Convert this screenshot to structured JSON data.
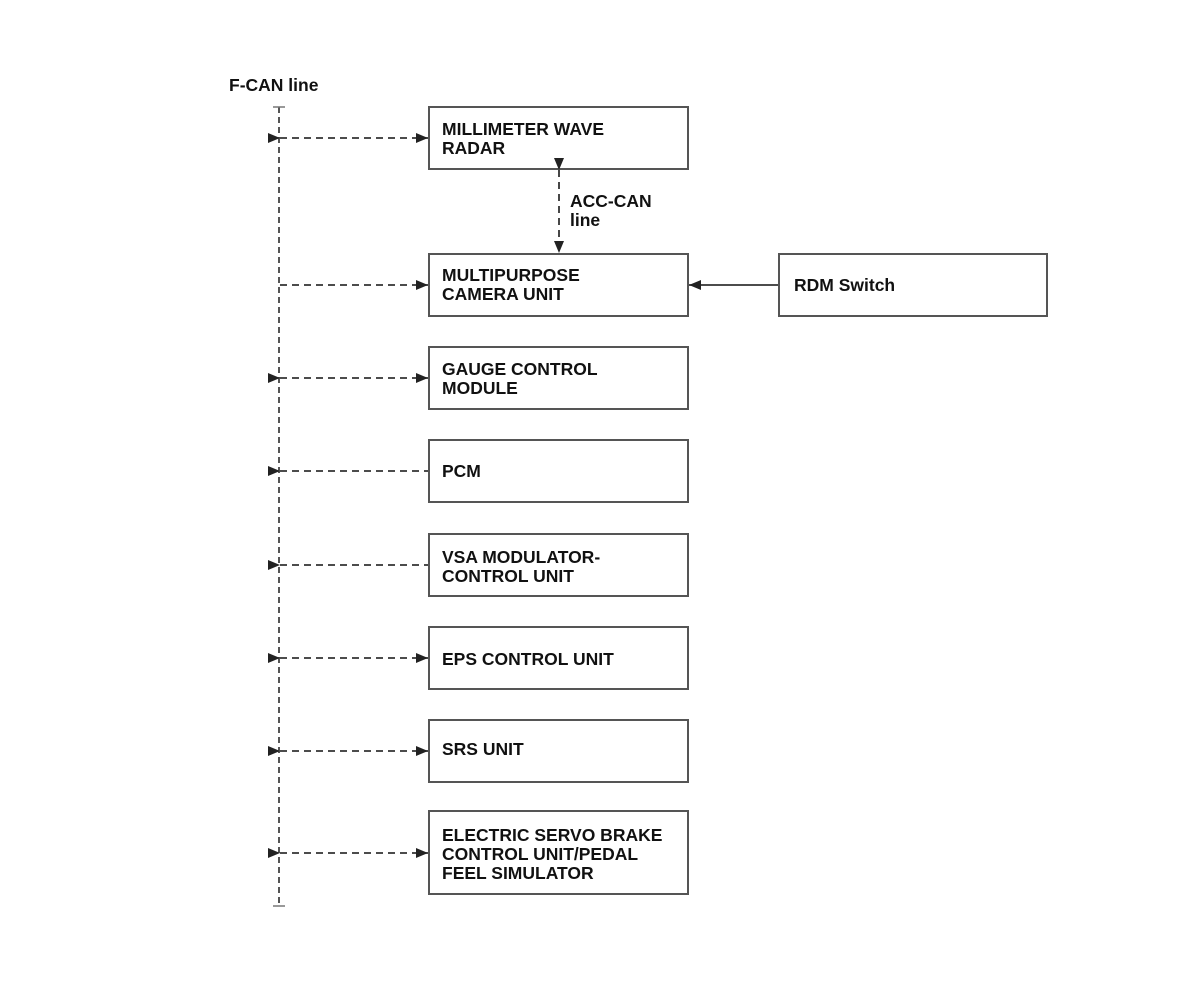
{
  "bus": {
    "f_can_label": "F-CAN line",
    "acc_can_label": "ACC-CAN\nline"
  },
  "modules": [
    {
      "id": "radar",
      "label": "MILLIMETER WAVE\nRADAR",
      "link": "bidirectional"
    },
    {
      "id": "camera",
      "label": "MULTIPURPOSE\nCAMERA UNIT",
      "link": "to-module"
    },
    {
      "id": "gauge",
      "label": "GAUGE CONTROL\nMODULE",
      "link": "bidirectional"
    },
    {
      "id": "pcm",
      "label": "PCM",
      "link": "to-bus"
    },
    {
      "id": "vsa",
      "label": "VSA MODULATOR-\nCONTROL UNIT",
      "link": "to-bus"
    },
    {
      "id": "eps",
      "label": "EPS CONTROL UNIT",
      "link": "bidirectional"
    },
    {
      "id": "srs",
      "label": "SRS UNIT",
      "link": "bidirectional"
    },
    {
      "id": "brake",
      "label": "ELECTRIC SERVO BRAKE\nCONTROL UNIT/PEDAL\nFEEL SIMULATOR",
      "link": "bidirectional"
    }
  ],
  "rdm_switch": {
    "label": "RDM Switch",
    "link": "to-camera"
  },
  "colors": {
    "stroke": "#555555",
    "text": "#111111",
    "background": "#ffffff"
  }
}
